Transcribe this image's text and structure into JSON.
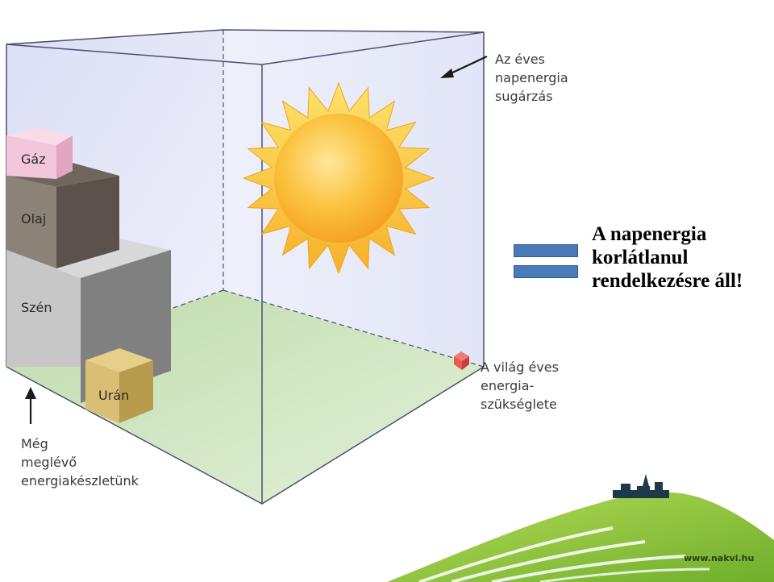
{
  "labels": {
    "solar": [
      "Az éves",
      "napenergia",
      "sugárzás"
    ],
    "world": [
      "A világ éves",
      "energia-",
      "szükséglete"
    ],
    "reserves": [
      "Még",
      "meglévő",
      "energiakészletünk"
    ]
  },
  "cubes": {
    "gas": "Gáz",
    "oil": "Olaj",
    "coal": "Szén",
    "uranium": "Urán"
  },
  "statement": [
    "A napenergia",
    "korlátlanul",
    "rendelkezésre áll!"
  ],
  "footer": {
    "website": "www.nakvi.hu"
  },
  "colors": {
    "box_wall": "#e3e5f8",
    "floor": "#cfe6c0",
    "sun": "#f7a52a",
    "equals": "#4a7ab8",
    "hill": "#8cc63f"
  }
}
